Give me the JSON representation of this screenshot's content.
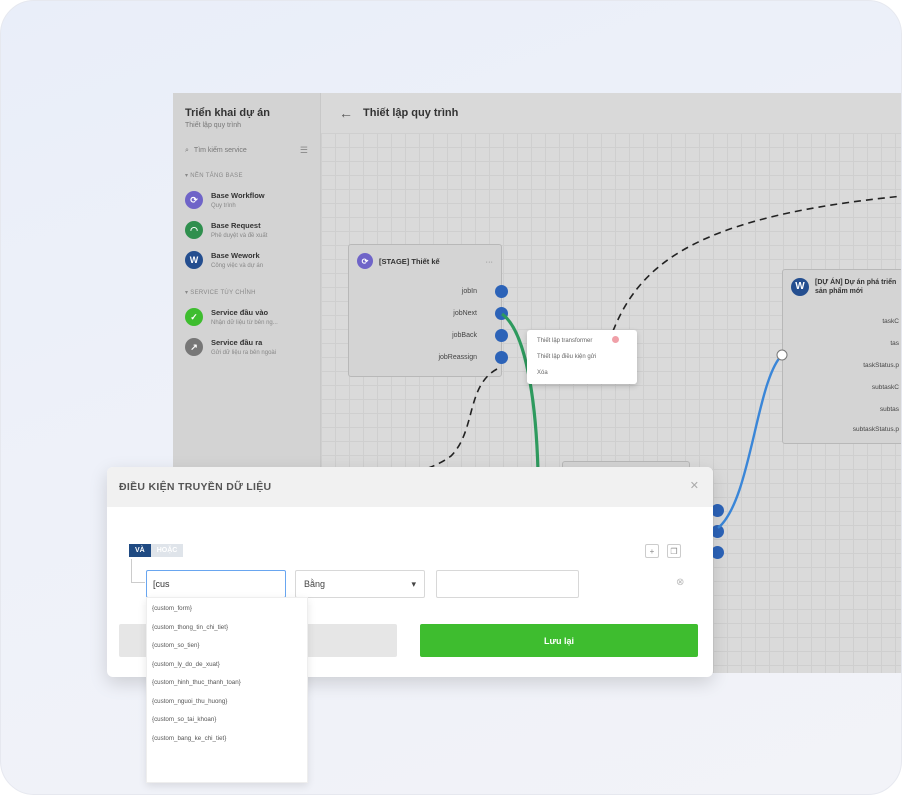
{
  "sidebar": {
    "title": "Triển khai dự án",
    "subtitle": "Thiết lập quy trình",
    "search_placeholder": "Tìm kiếm service",
    "section_base": "▾ NỀN TẢNG BASE",
    "section_custom": "▾ SERVICE TÙY CHỈNH",
    "items": [
      {
        "name": "Base Workflow",
        "desc": "Quy trình",
        "color": "#6f64c8",
        "icon": "workflow-icon"
      },
      {
        "name": "Base Request",
        "desc": "Phê duyệt và đề xuất",
        "color": "#2f8f4e",
        "icon": "request-icon"
      },
      {
        "name": "Base Wework",
        "desc": "Công việc và dự án",
        "color": "#244e8f",
        "icon": "wework-icon"
      },
      {
        "name": "Service đầu vào",
        "desc": "Nhận dữ liệu từ bên ng...",
        "color": "#3ebd2f",
        "icon": "check-icon"
      },
      {
        "name": "Service đầu ra",
        "desc": "Gửi dữ liệu ra bên ngoài",
        "color": "#777777",
        "icon": "output-icon"
      }
    ]
  },
  "header": {
    "title": "Thiết lập quy trình"
  },
  "stage_node": {
    "title": "[STAGE] Thiết kế",
    "ports": [
      "jobIn",
      "jobNext",
      "jobBack",
      "jobReassign"
    ]
  },
  "duan_node": {
    "title": "[DỰ ÁN] Dự án phá triển sản phẩm mới",
    "rows": [
      "taskC",
      "tas",
      "taskStatus.p",
      "subtaskC",
      "subtas",
      "subtaskStatus.p"
    ]
  },
  "context_menu": {
    "items": [
      "Thiết lập transformer",
      "Thiết lập điều kiện gửi",
      "Xóa"
    ]
  },
  "dialog": {
    "title": "ĐIỀU KIỆN TRUYỀN DỮ LIỆU",
    "toggle_and": "VÀ",
    "toggle_or": "HOẶC",
    "field_value": "[cus",
    "operator": "Bằng",
    "save_label": "Lưu lại",
    "suggestions": [
      "{custom_form}",
      "{custom_thong_tin_chi_tiet}",
      "{custom_so_tien}",
      "{custom_ly_do_de_xuat}",
      "{custom_hinh_thuc_thanh_toan}",
      "{custom_nguoi_thu_huong}",
      "{custom_so_tai_khoan}",
      "{custom_bang_ke_chi_tiet}"
    ]
  },
  "colors": {
    "accent_green": "#3ebd2f",
    "port_blue": "#2c63b8",
    "toggle_blue": "#1f4a82",
    "wire_green": "#2e9a5e",
    "wire_blue": "#3a86d8"
  }
}
